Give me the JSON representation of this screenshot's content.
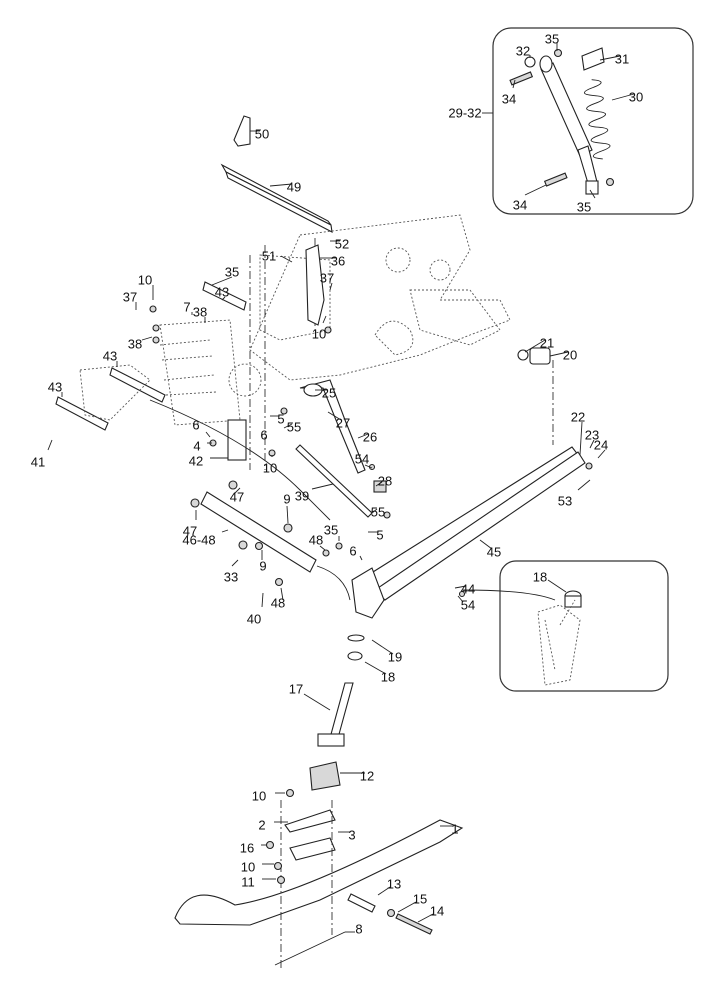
{
  "title": "Front suspension and ski exploded view",
  "insets": {
    "shock_group_label": "29-32",
    "spindle_detail_label": "18"
  },
  "callouts": [
    "35",
    "32",
    "31",
    "30",
    "34",
    "35",
    "34",
    "50",
    "49",
    "52",
    "51",
    "36",
    "37",
    "10",
    "35",
    "43",
    "10",
    "37",
    "7",
    "38",
    "38",
    "43",
    "43",
    "41",
    "25",
    "27",
    "5",
    "6",
    "55",
    "26",
    "54",
    "28",
    "6",
    "4",
    "42",
    "10",
    "21",
    "20",
    "22",
    "23",
    "24",
    "53",
    "47",
    "47",
    "46-48",
    "9",
    "9",
    "33",
    "48",
    "35",
    "40",
    "48",
    "39",
    "55",
    "5",
    "6",
    "45",
    "44",
    "54",
    "19",
    "18",
    "17",
    "12",
    "10",
    "2",
    "3",
    "1",
    "16",
    "10",
    "11",
    "13",
    "15",
    "14",
    "8"
  ]
}
